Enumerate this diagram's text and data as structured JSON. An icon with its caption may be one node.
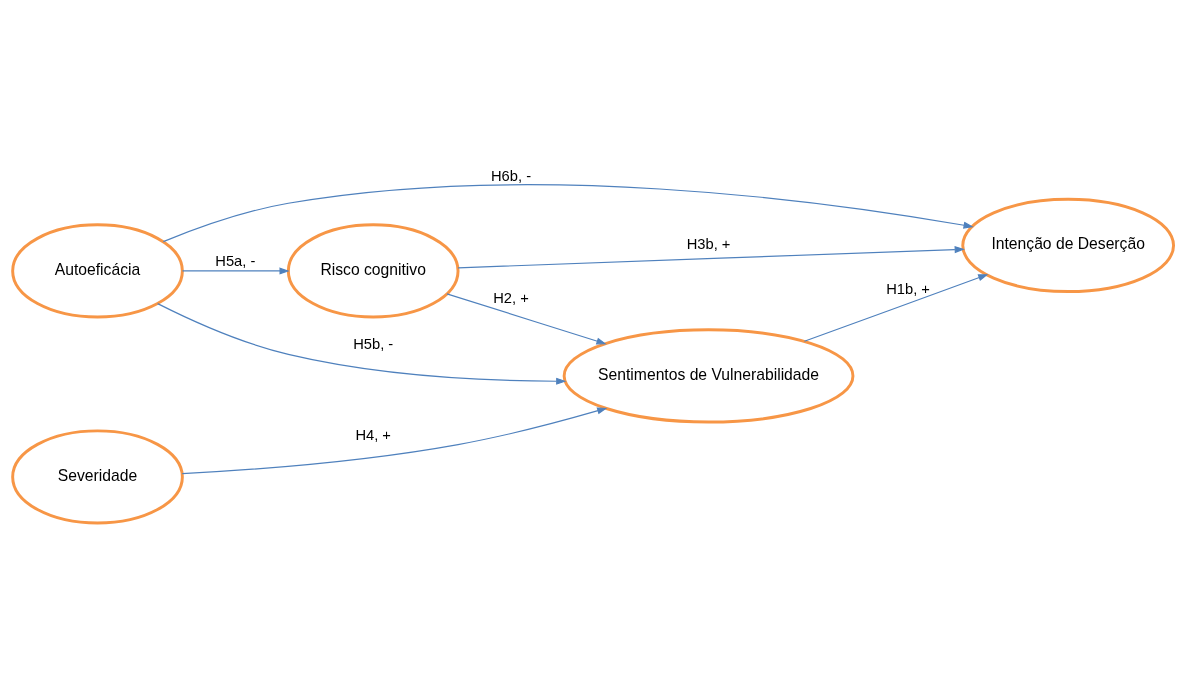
{
  "diagram": {
    "nodes": [
      {
        "text": [
          "Autoeficácia"
        ]
      },
      {
        "text": [
          "Risco cognitivo"
        ]
      },
      {
        "text": [
          "Intenção de Deserção"
        ]
      },
      {
        "text": [
          "Severidade"
        ]
      },
      {
        "text": [
          "Sentimentos de Vulnerabilidade"
        ]
      }
    ],
    "edges": [
      {
        "from": 0,
        "to": 2,
        "arrow": "to",
        "label": "H6b, -"
      },
      {
        "from": 0,
        "to": 1,
        "arrow": "to",
        "label": "H5a, -"
      },
      {
        "from": 0,
        "to": 4,
        "arrow": "to",
        "label": "H5b, -"
      },
      {
        "from": 1,
        "to": 2,
        "arrow": "to",
        "label": "H3b, +"
      },
      {
        "from": 1,
        "to": 4,
        "arrow": "to",
        "label": "H2, +"
      },
      {
        "from": 4,
        "to": 2,
        "arrow": "to",
        "label": "H1b, +"
      },
      {
        "from": 3,
        "to": 4,
        "arrow": "to",
        "label": "H4, +"
      }
    ]
  }
}
